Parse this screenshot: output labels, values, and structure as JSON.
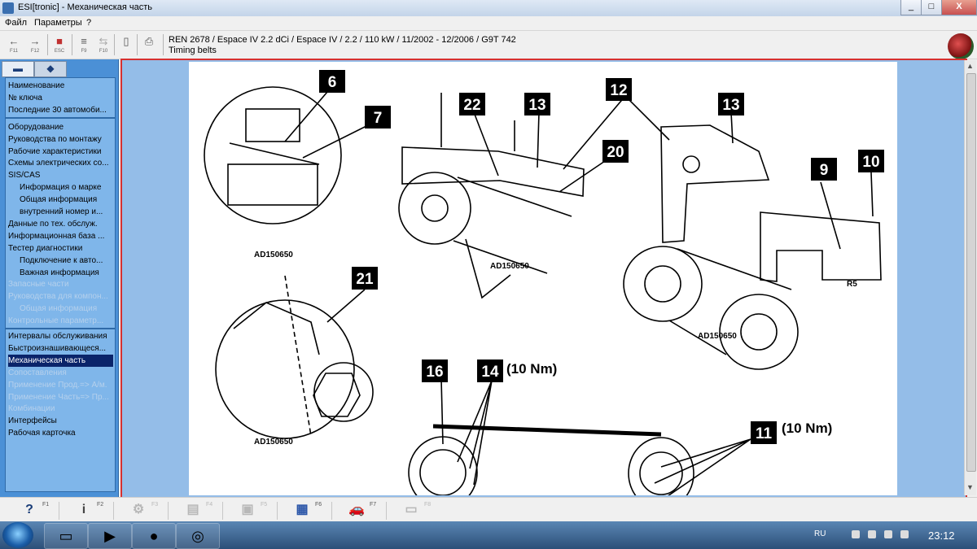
{
  "window": {
    "title": "ESI[tronic] - Механическая часть",
    "min": "_",
    "max": "□",
    "close": "X"
  },
  "menu": [
    "Файл",
    "Параметры",
    "?"
  ],
  "toolbar": {
    "keys": [
      {
        "icon": "←",
        "key": "F11"
      },
      {
        "icon": "→",
        "key": "F12"
      },
      {
        "icon": "■",
        "key": "ESC"
      },
      {
        "icon": "≡",
        "key": "F9"
      },
      {
        "icon": "⇆",
        "key": "F10"
      }
    ],
    "vehicle_line1": "REN 2678 / Espace IV 2.2 dCi / Espace IV / 2.2 / 110 kW / 11/2002 - 12/2006 / G9T 742",
    "vehicle_line2": "Timing belts"
  },
  "sidebar": {
    "items": [
      {
        "label": "Наименование",
        "state": "normal"
      },
      {
        "label": "№ ключа",
        "state": "normal"
      },
      {
        "label": "Последние 30 автомоби...",
        "state": "normal"
      },
      {
        "label": "Оборудование",
        "state": "normal"
      },
      {
        "label": "Руководства по монтажу",
        "state": "normal"
      },
      {
        "label": "Рабочие характеристики",
        "state": "normal"
      },
      {
        "label": "Схемы электрических со...",
        "state": "normal"
      },
      {
        "label": "SIS/CAS",
        "state": "normal"
      },
      {
        "label": "Информация о марке",
        "state": "indent"
      },
      {
        "label": "Общая информация",
        "state": "indent"
      },
      {
        "label": "внутренний номер и...",
        "state": "indent"
      },
      {
        "label": "Данные по тех. обслуж.",
        "state": "normal"
      },
      {
        "label": "Информационная база ...",
        "state": "normal"
      },
      {
        "label": "Тестер диагностики",
        "state": "normal"
      },
      {
        "label": "Подключение к авто...",
        "state": "indent"
      },
      {
        "label": "Важная информация",
        "state": "indent"
      },
      {
        "label": "Запасные части",
        "state": "disabled"
      },
      {
        "label": "Руководства для компон...",
        "state": "disabled"
      },
      {
        "label": "Общая информация",
        "state": "disabled-indent"
      },
      {
        "label": "Контрольные параметр...",
        "state": "disabled"
      },
      {
        "label": "Интервалы обслуживания",
        "state": "normal"
      },
      {
        "label": "Быстроизнашивающеся...",
        "state": "normal"
      },
      {
        "label": "Механическая часть",
        "state": "selected"
      },
      {
        "label": "Сопоставления",
        "state": "disabled"
      },
      {
        "label": "Применение Прод.=> А/м.",
        "state": "disabled"
      },
      {
        "label": "Применение Часть=> Пр...",
        "state": "disabled"
      },
      {
        "label": "Комбинации",
        "state": "disabled"
      },
      {
        "label": "Интерфейсы",
        "state": "normal"
      },
      {
        "label": "Рабочая карточка",
        "state": "normal"
      }
    ]
  },
  "diagram": {
    "ref": "AD150650",
    "callouts": [
      "6",
      "7",
      "21",
      "22",
      "13",
      "12",
      "20",
      "9",
      "10",
      "16",
      "14",
      "11"
    ],
    "torque_14": "(10 Nm)",
    "torque_11": "(10 Nm)",
    "mark_r5": "R5"
  },
  "fbar": [
    {
      "icon": "?",
      "key": "F1",
      "enabled": true
    },
    {
      "icon": "i",
      "key": "F2",
      "enabled": true
    },
    {
      "icon": "⚙",
      "key": "F3",
      "enabled": false
    },
    {
      "icon": "▤",
      "key": "F4",
      "enabled": false
    },
    {
      "icon": "▣",
      "key": "F5",
      "enabled": false
    },
    {
      "icon": "▦",
      "key": "F6",
      "enabled": true
    },
    {
      "icon": "🚗",
      "key": "F7",
      "enabled": true
    },
    {
      "icon": "▭",
      "key": "F8",
      "enabled": false
    }
  ],
  "taskbar": {
    "lang": "RU",
    "time": "23:12"
  },
  "colors": {
    "sidebar": "#4b90d6",
    "selected": "#0a246a",
    "content_border": "#d63030",
    "content_bg": "#94bde8"
  }
}
